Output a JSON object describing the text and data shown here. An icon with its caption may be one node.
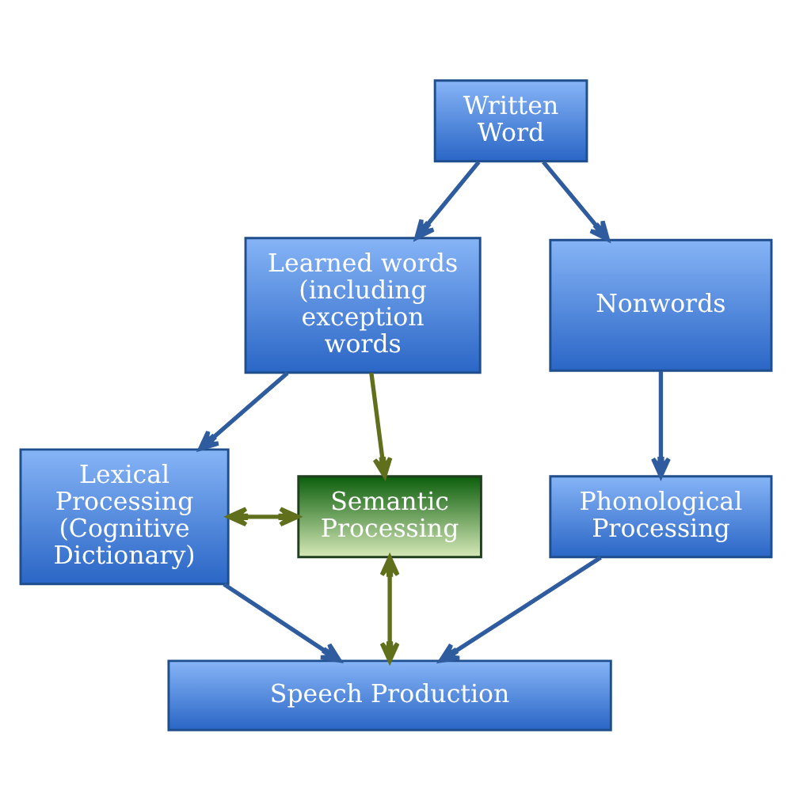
{
  "diagram": {
    "nodes": [
      {
        "text": [
          "Written Word"
        ]
      },
      {
        "text": [
          "Learned words (including exception words"
        ]
      },
      {
        "text": [
          "Nonwords"
        ]
      },
      {
        "text": [
          "Lexical Processing (Cognitive Dictionary)"
        ]
      },
      {
        "text": [
          "Semantic Processing"
        ]
      },
      {
        "text": [
          "Phonological Processing"
        ]
      },
      {
        "text": [
          "Speech Production"
        ]
      }
    ],
    "edges": [
      {
        "from": 0,
        "to": 1,
        "arrow": "to"
      },
      {
        "from": 0,
        "to": 2,
        "arrow": "to"
      },
      {
        "from": 1,
        "to": 3,
        "arrow": "to"
      },
      {
        "from": 1,
        "to": 4,
        "arrow": "to",
        "color": "#5f6f1c"
      },
      {
        "from": 4,
        "to": 3,
        "arrow": "both",
        "color": "#5f6f1c"
      },
      {
        "from": 2,
        "to": 5,
        "arrow": "to"
      },
      {
        "from": 4,
        "to": 6,
        "arrow": "both",
        "color": "#5f6f1c"
      },
      {
        "from": 3,
        "to": 6,
        "arrow": "to"
      },
      {
        "from": 5,
        "to": 6,
        "arrow": "to"
      }
    ]
  }
}
